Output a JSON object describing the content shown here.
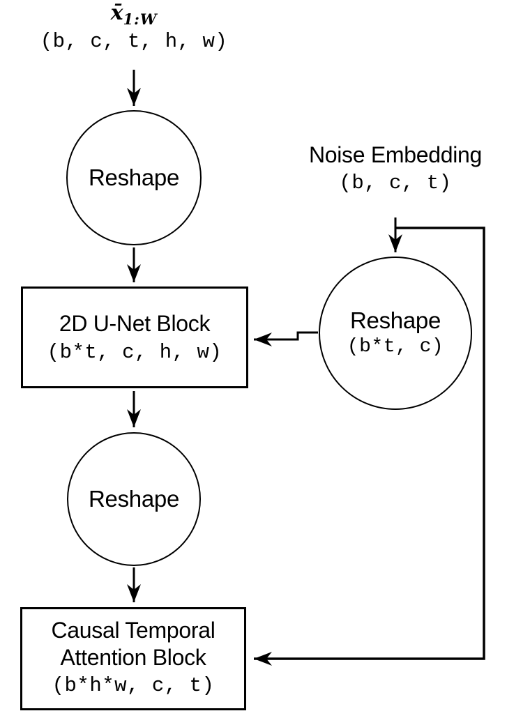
{
  "diagram": {
    "input": {
      "var": "x̄",
      "subscript": "1:W",
      "shape": "(b, c, t, h, w)"
    },
    "reshape1": {
      "label": "Reshape"
    },
    "noise": {
      "title": "Noise Embedding",
      "shape": "(b, c, t)"
    },
    "reshape2": {
      "label": "Reshape",
      "shape": "(b*t, c)"
    },
    "unet": {
      "title": "2D U-Net Block",
      "shape": "(b*t, c, h, w)"
    },
    "reshape3": {
      "label": "Reshape"
    },
    "attention": {
      "title1": "Causal Temporal",
      "title2": "Attention Block",
      "shape": "(b*h*w, c, t)"
    },
    "colors": {
      "stroke": "#000000",
      "background": "#ffffff"
    }
  }
}
